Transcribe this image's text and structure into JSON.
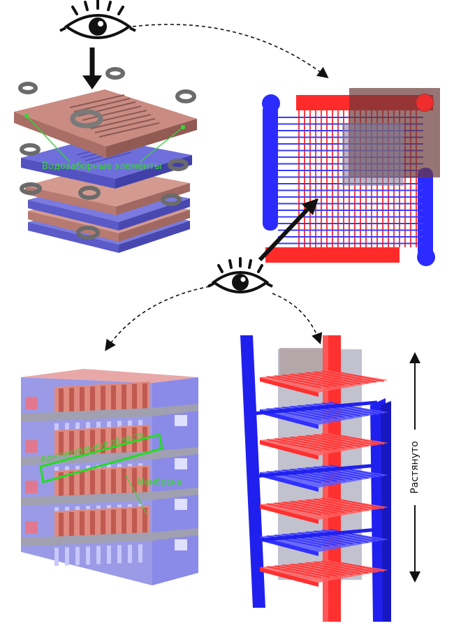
{
  "labels": {
    "intake_elements": "Водозаборные элементы",
    "continuous_region": "Континуальная область",
    "membrane": "Мембрана",
    "stretched": "Растянуто"
  },
  "icons": {
    "eye_top": "eye-icon",
    "eye_middle": "eye-icon"
  },
  "colors": {
    "red_plate": "#c98b82",
    "blue_plate": "#6a6ad8",
    "red_channel": "#ff2b2b",
    "blue_channel": "#2b2bff",
    "label_green": "#3ad23a"
  }
}
